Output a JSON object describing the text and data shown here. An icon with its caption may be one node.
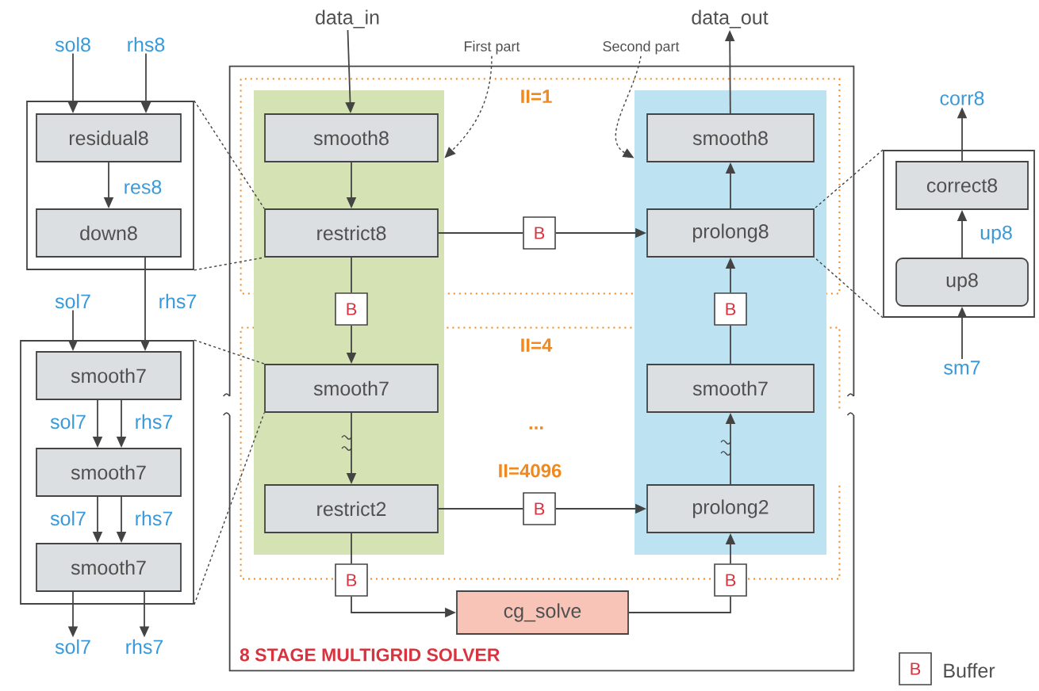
{
  "diagram": {
    "nodes": [
      {
        "text": [
          "data_in"
        ]
      },
      {
        "text": [
          "data_out"
        ]
      },
      {
        "text": [
          "First part"
        ]
      },
      {
        "text": [
          "Second part"
        ]
      },
      {
        "text": [
          "sol8"
        ]
      },
      {
        "text": [
          "rhs8"
        ]
      },
      {
        "text": [],
        "shape": "box"
      },
      {
        "text": [
          "residual8"
        ],
        "in": 6
      },
      {
        "text": [
          "down8"
        ],
        "in": 6
      },
      {
        "text": [
          "sol7"
        ]
      },
      {
        "text": [],
        "shape": "box"
      },
      {
        "text": [
          "smooth7"
        ],
        "in": 10
      },
      {
        "text": [
          "smooth7"
        ],
        "in": 10
      },
      {
        "text": [
          "smooth7"
        ],
        "in": 10
      },
      {
        "text": [
          "sol7"
        ]
      },
      {
        "text": [
          "rhs7"
        ]
      },
      {
        "text": [
          "8 STAGE MULTIGRID SOLVER"
        ]
      },
      {
        "text": [
          "II=1"
        ],
        "in": 16
      },
      {
        "text": [
          "II=4"
        ],
        "in": 16
      },
      {
        "text": [],
        "shape": "box",
        "in": 16
      },
      {
        "text": [
          "smooth8"
        ]
      },
      {
        "text": [
          "restrict8"
        ]
      },
      {
        "text": [
          "smooth7"
        ]
      },
      {
        "text": [
          "restrict2"
        ]
      },
      {
        "text": [],
        "shape": "box",
        "in": 16
      },
      {
        "text": [
          "smooth8"
        ]
      },
      {
        "text": [
          "prolong8"
        ]
      },
      {
        "text": [
          "smooth7"
        ]
      },
      {
        "text": [
          "prolong2"
        ]
      },
      {
        "text": [
          "B"
        ],
        "in": 17
      },
      {
        "text": [
          "B"
        ],
        "in": 19
      },
      {
        "text": [
          "B"
        ],
        "in": 24
      },
      {
        "text": [
          "B"
        ],
        "in": 18
      },
      {
        "text": [
          "B"
        ],
        "in": 16
      },
      {
        "text": [
          "B"
        ],
        "in": 16
      },
      {
        "text": [
          "cg_solve"
        ],
        "in": 16
      },
      {
        "text": [
          "corr8"
        ]
      },
      {
        "text": [],
        "shape": "box"
      },
      {
        "text": [
          "correct8"
        ],
        "in": 37
      },
      {
        "text": [
          "up8"
        ],
        "in": 37
      },
      {
        "text": [
          "sm7"
        ]
      }
    ],
    "edges": [
      {
        "from": 0,
        "to": 20,
        "arrow": "to"
      },
      {
        "from": 20,
        "to": 21,
        "arrow": "to"
      },
      {
        "from": 21,
        "to": 29,
        "arrow": "none"
      },
      {
        "from": 29,
        "to": 26,
        "arrow": "to"
      },
      {
        "from": 21,
        "to": 30,
        "arrow": "none"
      },
      {
        "from": 30,
        "to": 22,
        "arrow": "to"
      },
      {
        "from": 22,
        "to": 23,
        "arrow": "to"
      },
      {
        "from": 23,
        "to": 32,
        "arrow": "none"
      },
      {
        "from": 32,
        "to": 28,
        "arrow": "to"
      },
      {
        "from": 23,
        "to": 33,
        "arrow": "none"
      },
      {
        "from": 33,
        "to": 35,
        "arrow": "to"
      },
      {
        "from": 35,
        "to": 34,
        "arrow": "none"
      },
      {
        "from": 34,
        "to": 28,
        "arrow": "to"
      },
      {
        "from": 28,
        "to": 27,
        "arrow": "to"
      },
      {
        "from": 27,
        "to": 31,
        "arrow": "none"
      },
      {
        "from": 31,
        "to": 26,
        "arrow": "to"
      },
      {
        "from": 26,
        "to": 25,
        "arrow": "to"
      },
      {
        "from": 25,
        "to": 1,
        "arrow": "to"
      },
      {
        "from": 2,
        "to": 19,
        "arrow": "to",
        "style": "dashed"
      },
      {
        "from": 3,
        "to": 24,
        "arrow": "to",
        "style": "dashed"
      },
      {
        "from": 4,
        "to": 7,
        "arrow": "to"
      },
      {
        "from": 5,
        "to": 7,
        "arrow": "to"
      },
      {
        "from": 7,
        "to": 8,
        "arrow": "to",
        "label": "res8"
      },
      {
        "from": 8,
        "to": 11,
        "arrow": "to",
        "label": "rhs7"
      },
      {
        "from": 9,
        "to": 11,
        "arrow": "to"
      },
      {
        "from": 11,
        "to": 12,
        "arrow": "to",
        "label": "sol7"
      },
      {
        "from": 11,
        "to": 12,
        "arrow": "to",
        "label": "rhs7"
      },
      {
        "from": 12,
        "to": 13,
        "arrow": "to",
        "label": "sol7"
      },
      {
        "from": 12,
        "to": 13,
        "arrow": "to",
        "label": "rhs7"
      },
      {
        "from": 13,
        "to": 14,
        "arrow": "to"
      },
      {
        "from": 13,
        "to": 15,
        "arrow": "to"
      },
      {
        "from": 40,
        "to": 39,
        "arrow": "to"
      },
      {
        "from": 39,
        "to": 38,
        "arrow": "to",
        "label": "up8"
      },
      {
        "from": 38,
        "to": 36,
        "arrow": "to"
      },
      {
        "from": 6,
        "to": 21,
        "arrow": "none",
        "style": "dashed"
      },
      {
        "from": 6,
        "to": 21,
        "arrow": "none",
        "style": "dashed"
      },
      {
        "from": 10,
        "to": 22,
        "arrow": "none",
        "style": "dashed"
      },
      {
        "from": 10,
        "to": 22,
        "arrow": "none",
        "style": "dashed"
      },
      {
        "from": 37,
        "to": 26,
        "arrow": "none",
        "style": "dashed"
      },
      {
        "from": 37,
        "to": 26,
        "arrow": "none",
        "style": "dashed"
      }
    ],
    "labels": [
      "...",
      "II=4096",
      "B"
    ],
    "legend": [
      {
        "text": "Buffer"
      }
    ]
  }
}
